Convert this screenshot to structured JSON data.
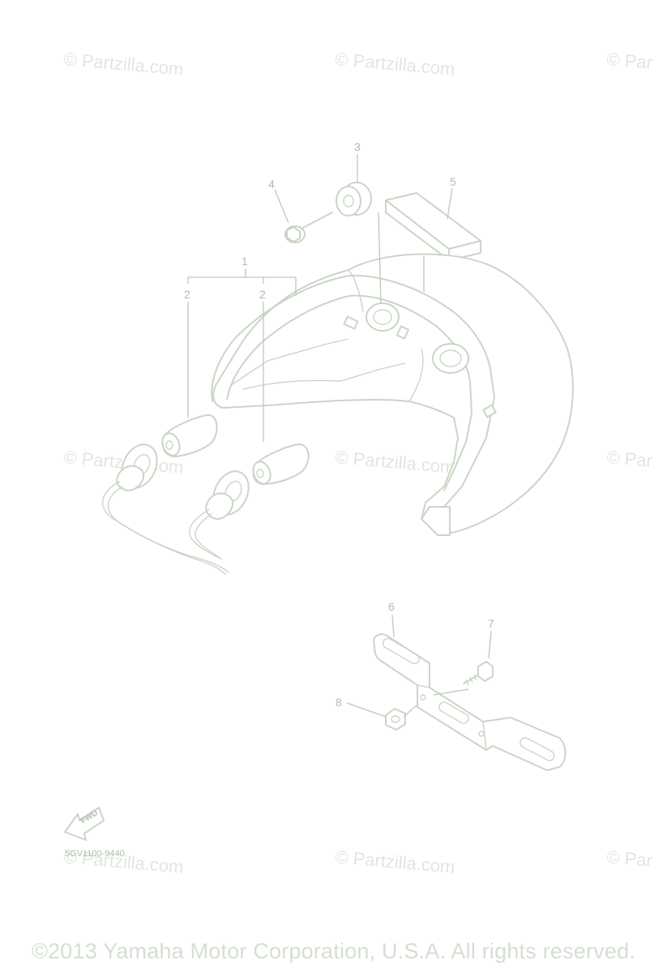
{
  "watermark_text": "© Partzilla.com",
  "watermark_partial": "© Par",
  "callouts": [
    "1",
    "2",
    "2",
    "3",
    "4",
    "5",
    "6",
    "7",
    "8"
  ],
  "fwd_label": "FWD",
  "diagram_code": "5GV1100-9440",
  "copyright": "©2013  Yamaha Motor Corporation, U.S.A. All rights reserved.",
  "colors": {
    "line": "#c9d6c6",
    "watermark": "#dfe8dd",
    "text": "#aebdab"
  }
}
